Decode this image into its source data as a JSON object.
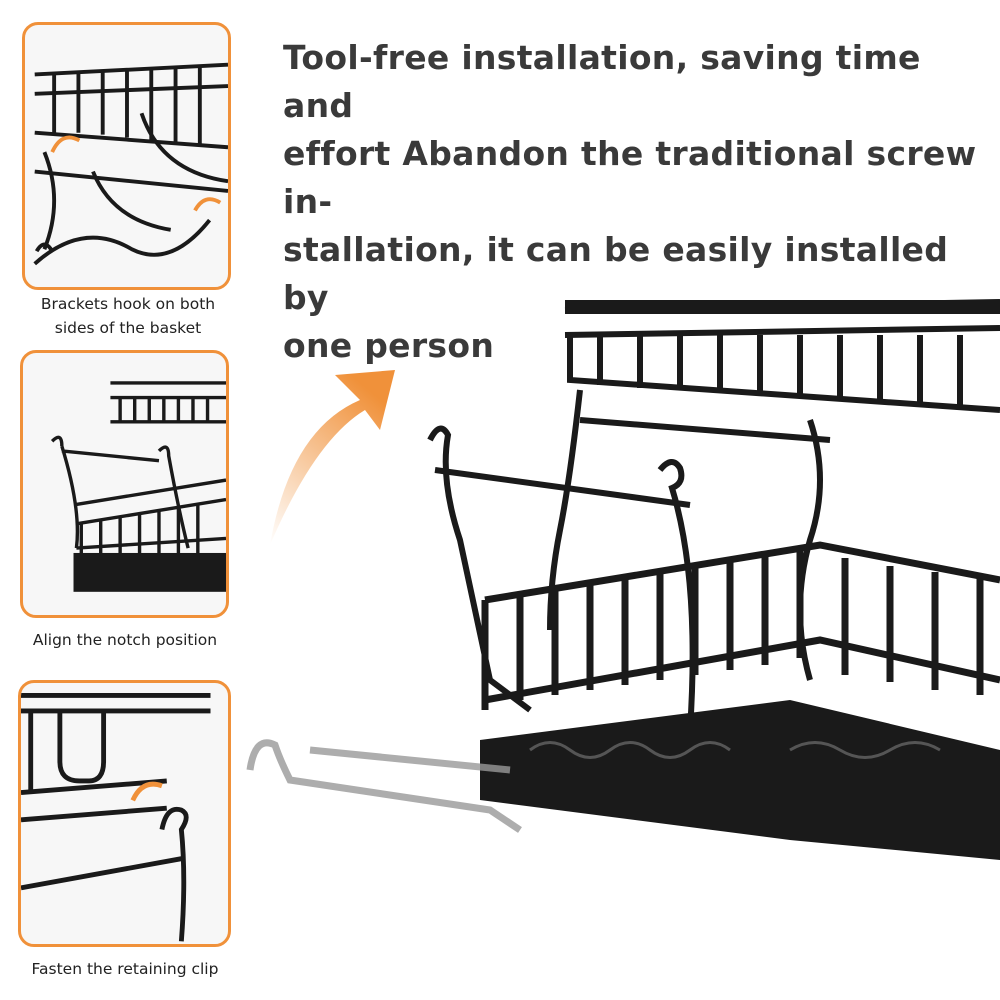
{
  "headline": {
    "line1": "Tool-free installation, saving time and",
    "line2": "effort Abandon the traditional screw in-",
    "line3": "stallation, it can be easily installed by",
    "line4": "one person"
  },
  "steps": [
    {
      "caption_line1": "Brackets hook on both",
      "caption_line2": "sides of the basket"
    },
    {
      "caption_line1": "Align the notch position"
    },
    {
      "caption_line1": "Fasten the retaining clip"
    }
  ],
  "colors": {
    "accent": "#f0913a",
    "rack": "#1a1a1a",
    "text": "#3a3a3a"
  }
}
